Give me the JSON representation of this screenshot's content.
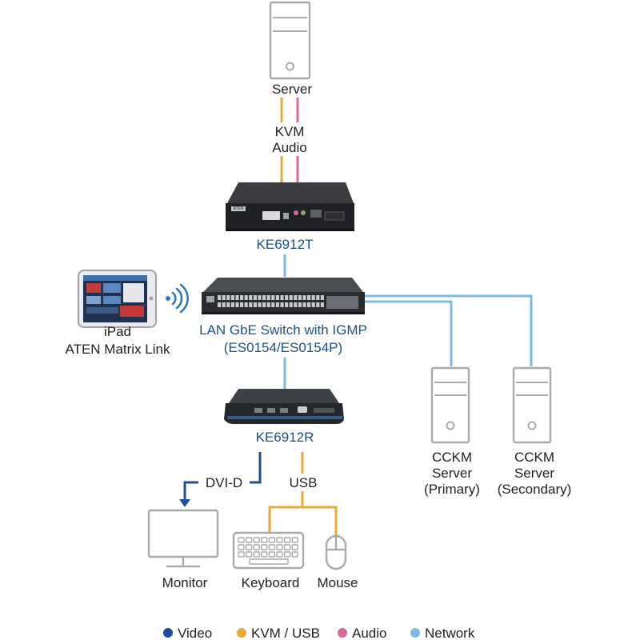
{
  "nodes": {
    "server": "Server",
    "transmitter": "KE6912T",
    "switch": "LAN GbE Switch with IGMP",
    "switch_models": "(ES0154/ES0154P)",
    "ipad": "iPad",
    "ipad_app": "ATEN Matrix Link",
    "receiver": "KE6912R",
    "cckm_primary": [
      "CCKM",
      "Server",
      "(Primary)"
    ],
    "cckm_secondary": [
      "CCKM",
      "Server",
      "(Secondary)"
    ],
    "monitor": "Monitor",
    "keyboard": "Keyboard",
    "mouse": "Mouse"
  },
  "connections": {
    "kvm": "KVM",
    "audio": "Audio",
    "dvi": "DVI-D",
    "usb": "USB"
  },
  "device_text": {
    "brand": "ATEN"
  },
  "legend": [
    {
      "label": "Video",
      "color": "#1f4e95"
    },
    {
      "label": "KVM / USB",
      "color": "#e8a93a"
    },
    {
      "label": "Audio",
      "color": "#d56a9c"
    },
    {
      "label": "Network",
      "color": "#7fb8e0"
    }
  ],
  "colors": {
    "video": "#1f4e95",
    "kvm_usb": "#e8a93a",
    "audio": "#d56a9c",
    "network": "#7fb8e0",
    "outline_gray": "#a9aaab",
    "label_blue": "#1c4f8c"
  },
  "icons": [
    "server-icon",
    "transmitter-device-icon",
    "network-switch-icon",
    "tablet-icon",
    "wifi-icon",
    "receiver-device-icon",
    "monitor-icon",
    "keyboard-icon",
    "mouse-icon"
  ]
}
